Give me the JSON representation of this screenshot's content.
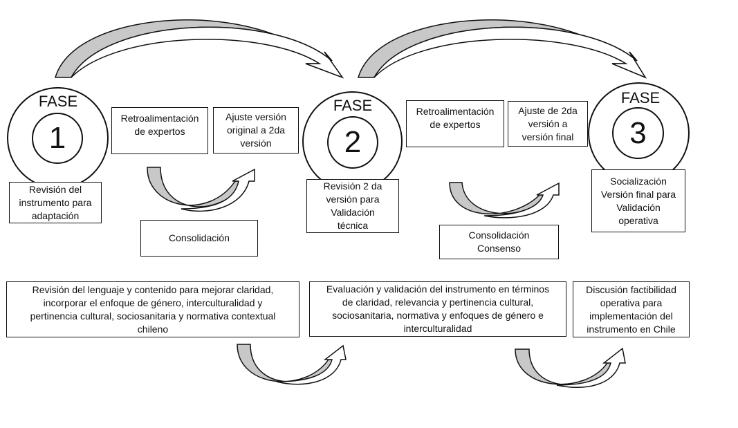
{
  "phases": [
    {
      "label": "FASE",
      "number": "1"
    },
    {
      "label": "FASE",
      "number": "2"
    },
    {
      "label": "FASE",
      "number": "3"
    }
  ],
  "boxes": {
    "revision_instrumento": "Revisión del\ninstrumento para\nadaptación",
    "retro_1": "Retroalimentación\nde expertos",
    "ajuste_1": "Ajuste versión\noriginal a 2da\nversión",
    "consolidacion_1": "Consolidación",
    "revision_2": "Revisión 2 da\nversión para\nValidación\ntécnica",
    "retro_2": "Retroalimentación\nde expertos",
    "ajuste_2": "Ajuste de 2da\nversión a\nversión final",
    "consolidacion_2": "Consolidación\nConsenso",
    "socializacion": "Socialización\nVersión final para\nValidación\noperativa",
    "bottom_1": "Revisión del lenguaje y contenido para mejorar claridad,\nincorporar el enfoque de género, interculturalidad y\npertinencia cultural, sociosanitaria y normativa contextual\nchileno",
    "bottom_2": "Evaluación y validación del  instrumento en términos\nde claridad, relevancia y pertinencia  cultural,\nsociosanitaria, normativa y enfoques de género e\ninterculturalidad",
    "bottom_3": "Discusión factibilidad\noperativa para\nimplementación del\ninstrumento en Chile"
  },
  "colors": {
    "arrow_shade": "#c8c8c8",
    "stroke": "#111111"
  }
}
